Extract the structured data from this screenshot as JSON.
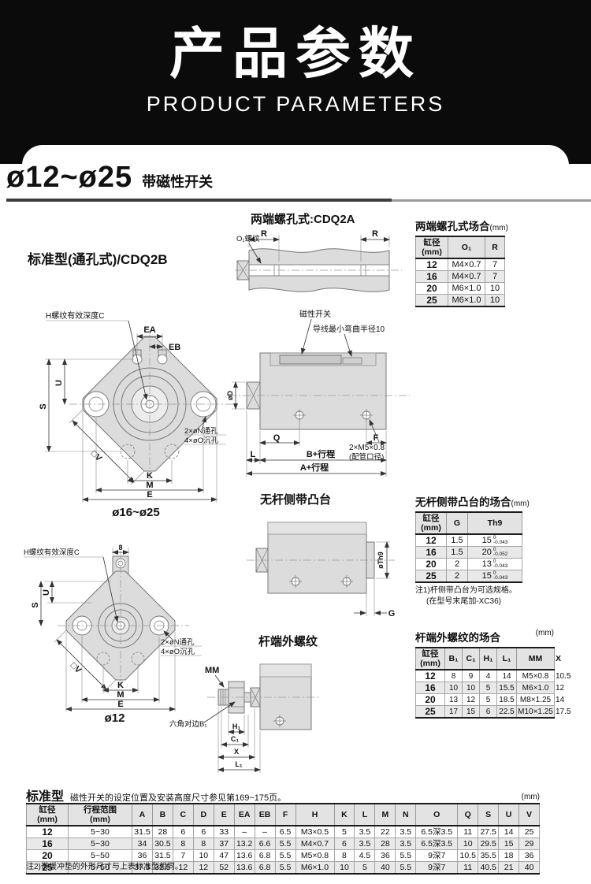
{
  "banner": {
    "title": "产品参数",
    "subtitle": "PRODUCT PARAMETERS"
  },
  "heading": {
    "range": "ø12~ø25",
    "note": "带磁性开关"
  },
  "model_label": "标准型(通孔式)/CDQ2B",
  "diagrams": {
    "cdq2a": {
      "title": "两端螺孔式:CDQ2A",
      "o1_label": "O₁螺纹",
      "r_left": "R",
      "r_right": "R"
    },
    "front_large": {
      "caption": "ø16~ø25",
      "h_label": "H螺纹有效深度C",
      "ea": "EA",
      "eb": "EB",
      "u": "U",
      "s": "S",
      "v": "□V",
      "n_holes": "2×øN通孔",
      "o_holes": "4×øO沉孔",
      "k": "K",
      "m": "M",
      "e": "E"
    },
    "side": {
      "switch_label": "磁性开关",
      "wire_label": "导线最小弯曲半径10",
      "d": "øD",
      "port_label1": "2×M5×0.8",
      "port_label2": "(配管口径)",
      "q": "Q",
      "f": "F",
      "l": "L",
      "b_stroke": "B+行程",
      "a_stroke": "A+行程"
    },
    "boss": {
      "title": "无杆侧带凸台",
      "th9": "øTh9",
      "g": "G"
    },
    "front_small": {
      "caption": "ø12",
      "h_label": "H螺纹有效深度C",
      "top_dim": "8",
      "u": "U",
      "s": "S",
      "v": "□V",
      "n_holes": "2×øN通孔",
      "o_holes": "4×øO沉孔",
      "k": "K",
      "m": "M",
      "e": "E"
    },
    "rod_end": {
      "title": "杆端外螺纹",
      "mm": "MM",
      "hex_label": "六角对边B₁",
      "h1": "H₁",
      "c1": "C₁",
      "x": "X",
      "l1": "L₁"
    }
  },
  "tables": {
    "thread_both_ends": {
      "title": "两端螺孔式场合",
      "unit": "(mm)",
      "headers": [
        "缸径\n(mm)",
        "O₁",
        "R"
      ],
      "rows": [
        [
          "12",
          "M4×0.7",
          "7"
        ],
        [
          "16",
          "M4×0.7",
          "7"
        ],
        [
          "20",
          "M6×1.0",
          "10"
        ],
        [
          "25",
          "M6×1.0",
          "10"
        ]
      ]
    },
    "boss_table": {
      "title": "无杆侧带凸台的场合",
      "unit": "(mm)",
      "headers": [
        "缸径\n(mm)",
        "G",
        "Th9"
      ],
      "rows": [
        [
          "12",
          "1.5",
          {
            "v": "15",
            "up": "0",
            "dn": "-0.043"
          }
        ],
        [
          "16",
          "1.5",
          {
            "v": "20",
            "up": "0",
            "dn": "-0.052"
          }
        ],
        [
          "20",
          "2",
          {
            "v": "13",
            "up": "0",
            "dn": "-0.043"
          }
        ],
        [
          "25",
          "2",
          {
            "v": "15",
            "up": "0",
            "dn": "-0.043"
          }
        ]
      ],
      "notes": [
        "注1)杆侧带凸台为可选规格。",
        "(在型号末尾加-XC36)"
      ]
    },
    "rod_thread_table": {
      "title": "杆端外螺纹的场合",
      "unit": "(mm)",
      "headers": [
        "缸径\n(mm)",
        "B₁",
        "C₁",
        "H₁",
        "L₁",
        "MM",
        "X"
      ],
      "rows": [
        [
          "12",
          "8",
          "9",
          "4",
          "14",
          "M5×0.8",
          "10.5"
        ],
        [
          "16",
          "10",
          "10",
          "5",
          "15.5",
          "M6×1.0",
          "12"
        ],
        [
          "20",
          "13",
          "12",
          "5",
          "18.5",
          "M8×1.25",
          "14"
        ],
        [
          "25",
          "17",
          "15",
          "6",
          "22.5",
          "M10×1.25",
          "17.5"
        ]
      ]
    },
    "standard": {
      "title": "标准型",
      "subtitle": "磁性开关的设定位置及安装高度尺寸参见第169~175页。",
      "unit": "(mm)",
      "headers": [
        "缸径\n(mm)",
        "行程范围\n(mm)",
        "A",
        "B",
        "C",
        "D",
        "E",
        "EA",
        "EB",
        "F",
        "H",
        "K",
        "L",
        "M",
        "N",
        "O",
        "Q",
        "S",
        "U",
        "V"
      ],
      "rows": [
        [
          "12",
          "5~30",
          "31.5",
          "28",
          "6",
          "6",
          "33",
          "–",
          "–",
          "6.5",
          "M3×0.5",
          "5",
          "3.5",
          "22",
          "3.5",
          "6.5深3.5",
          "11",
          "27.5",
          "14",
          "25"
        ],
        [
          "16",
          "5~30",
          "34",
          "30.5",
          "8",
          "8",
          "37",
          "13.2",
          "6.6",
          "5.5",
          "M4×0.7",
          "6",
          "3.5",
          "28",
          "3.5",
          "6.5深3.5",
          "10",
          "29.5",
          "15",
          "29"
        ],
        [
          "20",
          "5~50",
          "36",
          "31.5",
          "7",
          "10",
          "47",
          "13.6",
          "6.8",
          "5.5",
          "M5×0.8",
          "8",
          "4.5",
          "36",
          "5.5",
          "9深7",
          "10.5",
          "35.5",
          "18",
          "36"
        ],
        [
          "25",
          "5~50",
          "37.5",
          "32.5",
          "12",
          "12",
          "52",
          "13.6",
          "6.8",
          "5.5",
          "M6×1.0",
          "10",
          "5",
          "40",
          "5.5",
          "9深7",
          "11",
          "40.5",
          "21",
          "40"
        ]
      ],
      "note": "注2)带缓冲垫的外形尺寸与上表标准型相同。"
    }
  }
}
